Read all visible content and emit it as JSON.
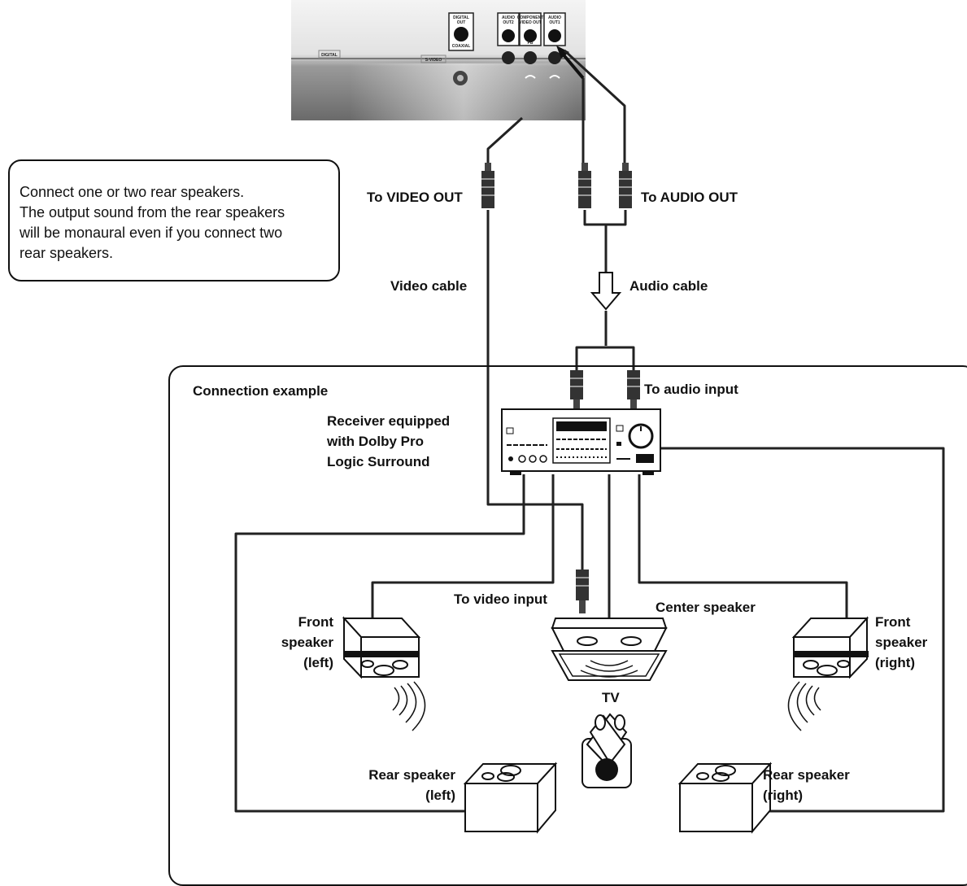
{
  "note": {
    "lines": [
      "Connect one or two rear speakers.",
      "The output sound from the rear speakers",
      "will be monaural even if you connect two",
      "rear speakers."
    ]
  },
  "labels": {
    "to_video_out": "To VIDEO OUT",
    "to_audio_out": "To AUDIO OUT",
    "video_cable": "Video cable",
    "audio_cable": "Audio cable",
    "connection_example": "Connection example",
    "to_audio_input": "To audio input",
    "receiver": [
      "Receiver equipped",
      "with Dolby Pro",
      "Logic Surround"
    ],
    "to_video_input": "To video input",
    "center_speaker": "Center speaker",
    "front_left": [
      "Front",
      "speaker",
      "(left)"
    ],
    "front_right": [
      "Front",
      "speaker",
      "(right)"
    ],
    "tv": "TV",
    "rear_left": [
      "Rear speaker",
      "(left)"
    ],
    "rear_right": [
      "Rear speaker",
      "(right)"
    ]
  },
  "panel_jacks": {
    "digital_out": [
      "DIGITAL",
      "OUT",
      "COAXIAL"
    ],
    "audio_out2": [
      "AUDIO",
      "OUT2"
    ],
    "component": [
      "COMPONENT",
      "VIDEO OUT"
    ],
    "pb": "PB",
    "audio_out1": [
      "AUDIO",
      "OUT1"
    ],
    "digital": "DIGITAL",
    "svideo": "S-VIDEO"
  }
}
